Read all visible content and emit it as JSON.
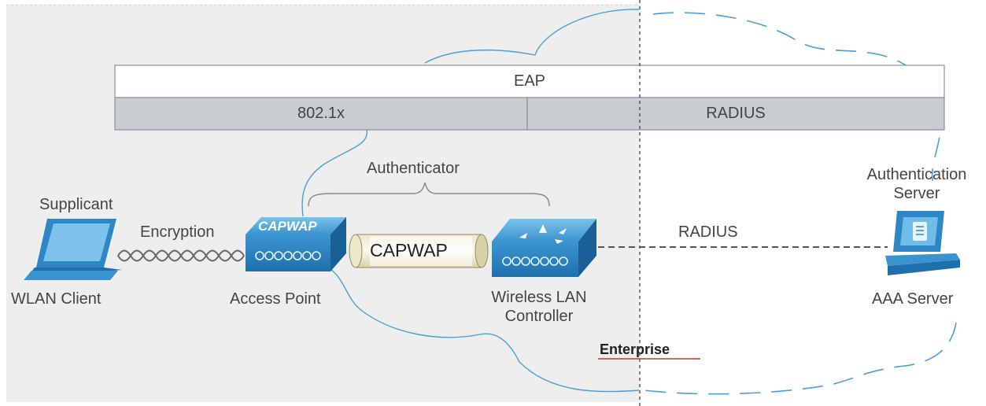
{
  "protocol_stack": {
    "top": "EAP",
    "bottom_left": "802.1x",
    "bottom_right": "RADIUS"
  },
  "labels": {
    "authenticator": "Authenticator",
    "supplicant": "Supplicant",
    "encryption": "Encryption",
    "capwap_badge": "CAPWAP",
    "capwap_tunnel": "CAPWAP",
    "radius_link": "RADIUS",
    "auth_server_line1": "Authentication",
    "auth_server_line2": "Server",
    "wlan_client": "WLAN Client",
    "access_point": "Access Point",
    "wlc_line1": "Wireless LAN",
    "wlc_line2": "Controller",
    "aaa_server": "AAA Server",
    "enterprise": "Enterprise"
  },
  "colors": {
    "device_blue": "#2f86c4",
    "device_light": "#5fb0e0",
    "cloud_blue": "#4a9fd2",
    "stack_gray": "#c8cbcf",
    "left_zone": "#eeeeee"
  }
}
